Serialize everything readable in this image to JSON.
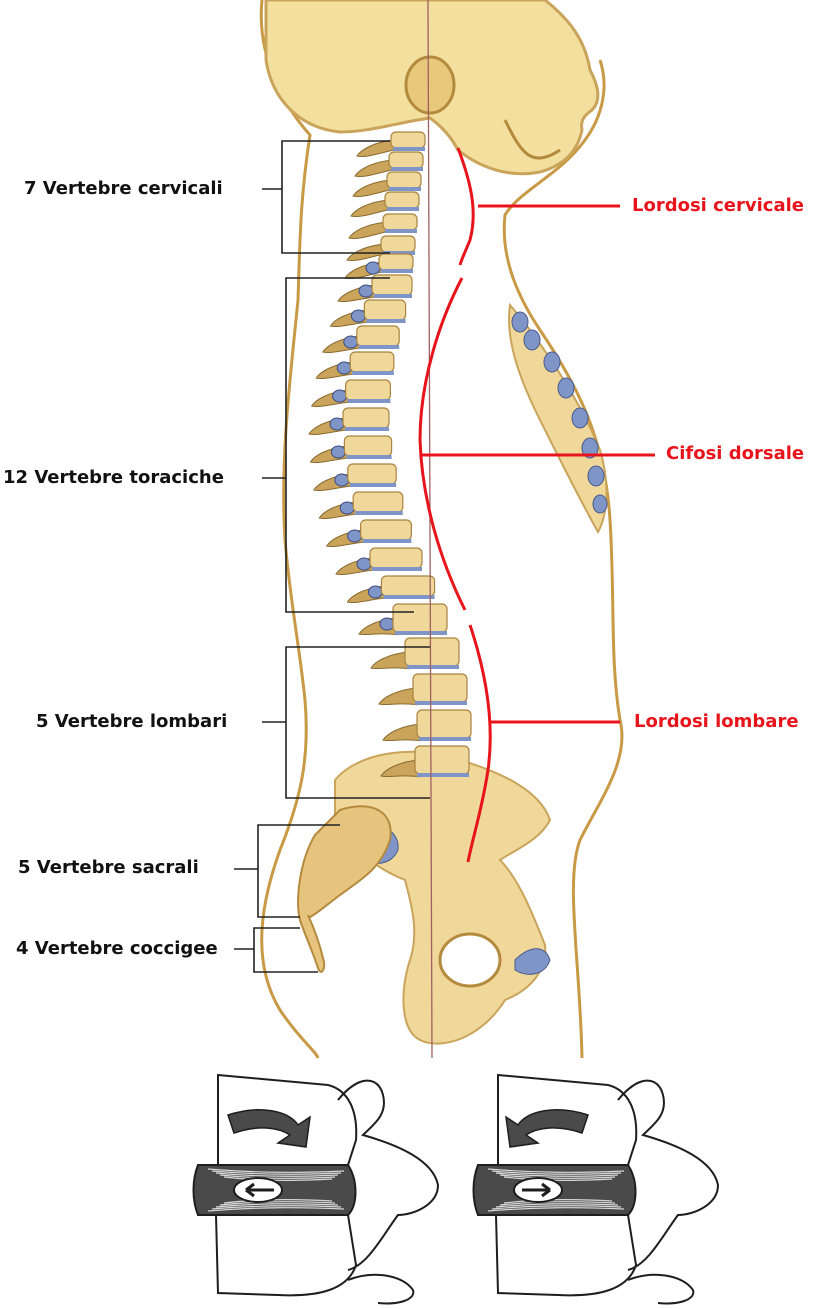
{
  "vertebrae_labels": [
    {
      "text": "7 Vertebre cervicali"
    },
    {
      "text": "12 Vertebre toraciche"
    },
    {
      "text": "5 Vertebre lombari"
    },
    {
      "text": "5 Vertebre sacrali"
    },
    {
      "text": "4 Vertebre coccigee"
    }
  ],
  "curve_labels": [
    {
      "text": "Lordosi cervicale"
    },
    {
      "text": "Cifosi dorsale"
    },
    {
      "text": "Lordosi lombare"
    }
  ],
  "colors": {
    "label_text": "#111111",
    "curve_red": "#e8141c",
    "bone": "#f0d79a",
    "bone_dark": "#c9a45a",
    "skin_outline": "#c99a45",
    "disc": "#7f95c8",
    "ink": "#1e1e1e"
  },
  "icons": [
    "skull-icon",
    "spine-icon",
    "pelvis-icon",
    "rotation-arrow-icon"
  ]
}
